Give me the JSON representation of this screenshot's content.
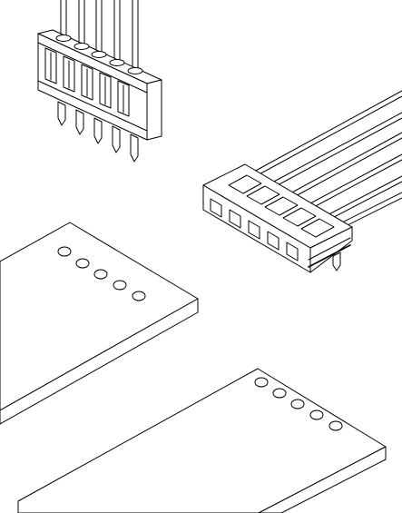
{
  "figure": {
    "style": "monochrome-line-art",
    "stroke_color": "#000000",
    "background_color": "#ffffff",
    "components": [
      {
        "kind": "vertical-wire-to-board-connector",
        "pin_count": 5,
        "wire_count": 5
      },
      {
        "kind": "angled-crimp-housing-connector",
        "pin_count": 5,
        "wire_count": 5
      },
      {
        "kind": "printed-circuit-board",
        "via_hole_count": 5
      },
      {
        "kind": "printed-circuit-board",
        "via_hole_count": 5
      }
    ]
  }
}
